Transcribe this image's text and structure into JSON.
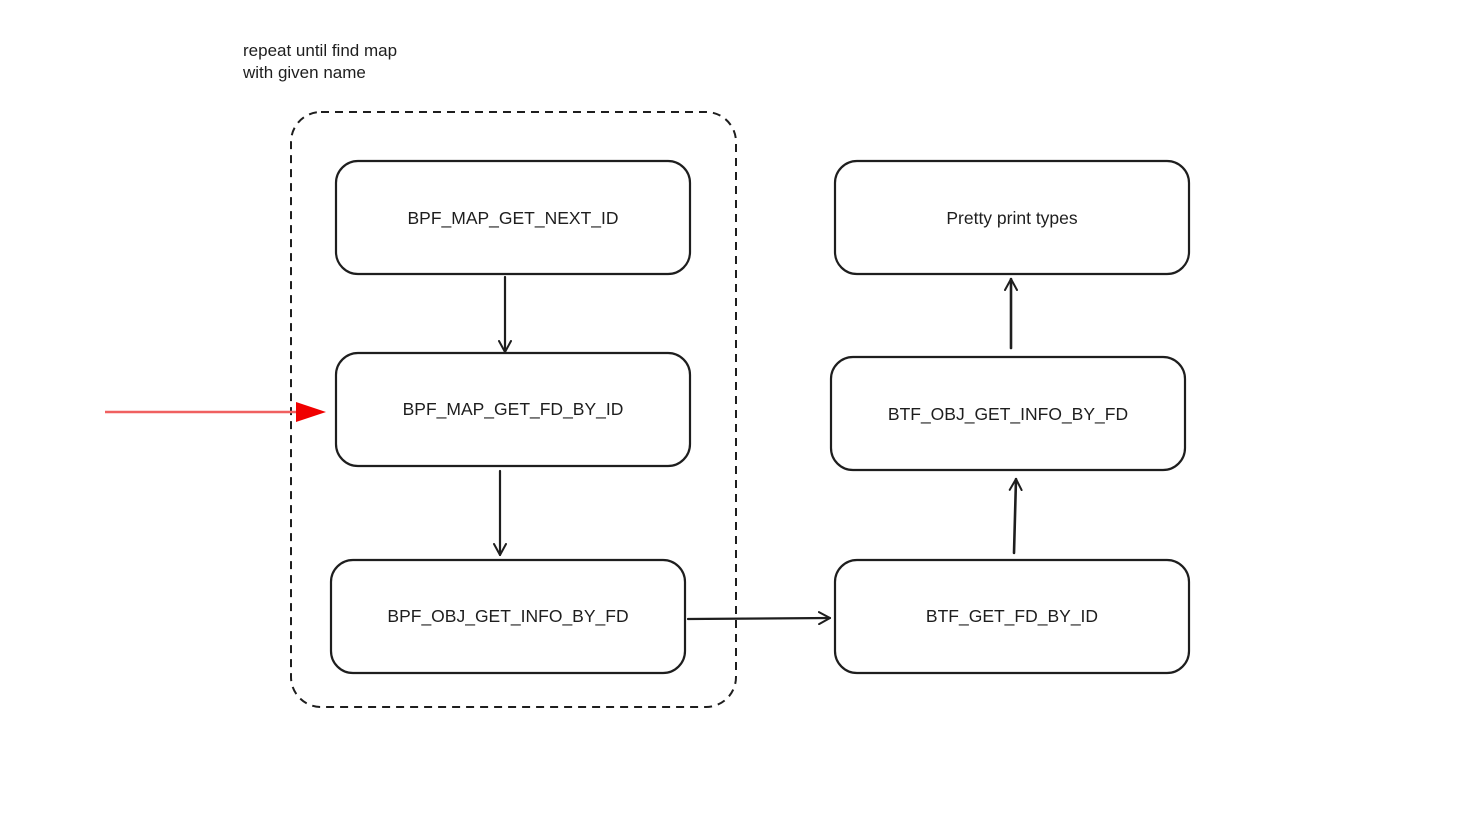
{
  "note": {
    "line1": "repeat until find map",
    "line2": "with given name"
  },
  "nodes": {
    "map_get_next_id": "BPF_MAP_GET_NEXT_ID",
    "map_get_fd_by_id": "BPF_MAP_GET_FD_BY_ID",
    "obj_get_info_by_fd": "BPF_OBJ_GET_INFO_BY_FD",
    "btf_get_fd_by_id": "BTF_GET_FD_BY_ID",
    "btf_obj_get_info_by_fd": "BTF_OBJ_GET_INFO_BY_FD",
    "pretty_print": "Pretty print types"
  },
  "colors": {
    "stroke": "#1e1e1e",
    "entry_arrow": "#f02020",
    "background": "#ffffff"
  }
}
